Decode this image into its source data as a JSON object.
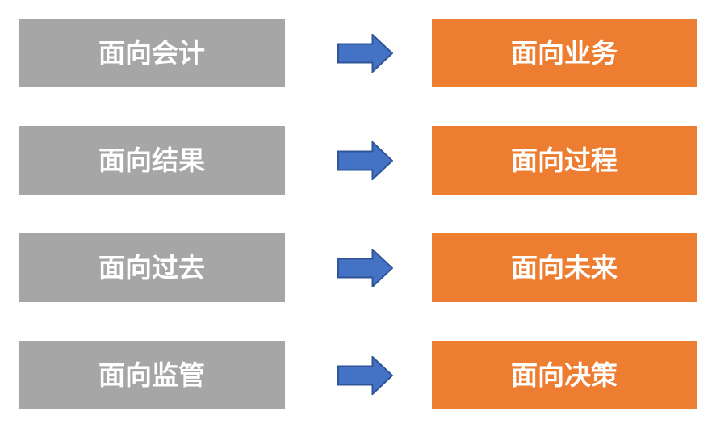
{
  "diagram": {
    "type": "transformation-list",
    "rows": [
      {
        "left": "面向会计",
        "right": "面向业务"
      },
      {
        "left": "面向结果",
        "right": "面向过程"
      },
      {
        "left": "面向过去",
        "right": "面向未来"
      },
      {
        "left": "面向监管",
        "right": "面向决策"
      }
    ],
    "arrow_icon": "right-arrow-icon",
    "colors": {
      "left_box": "#A6A6A6",
      "right_box": "#ED7D31",
      "arrow_fill": "#4472C4",
      "arrow_border": "#2F5597",
      "text": "#FFFFFF",
      "background": "#FFFFFF"
    }
  }
}
